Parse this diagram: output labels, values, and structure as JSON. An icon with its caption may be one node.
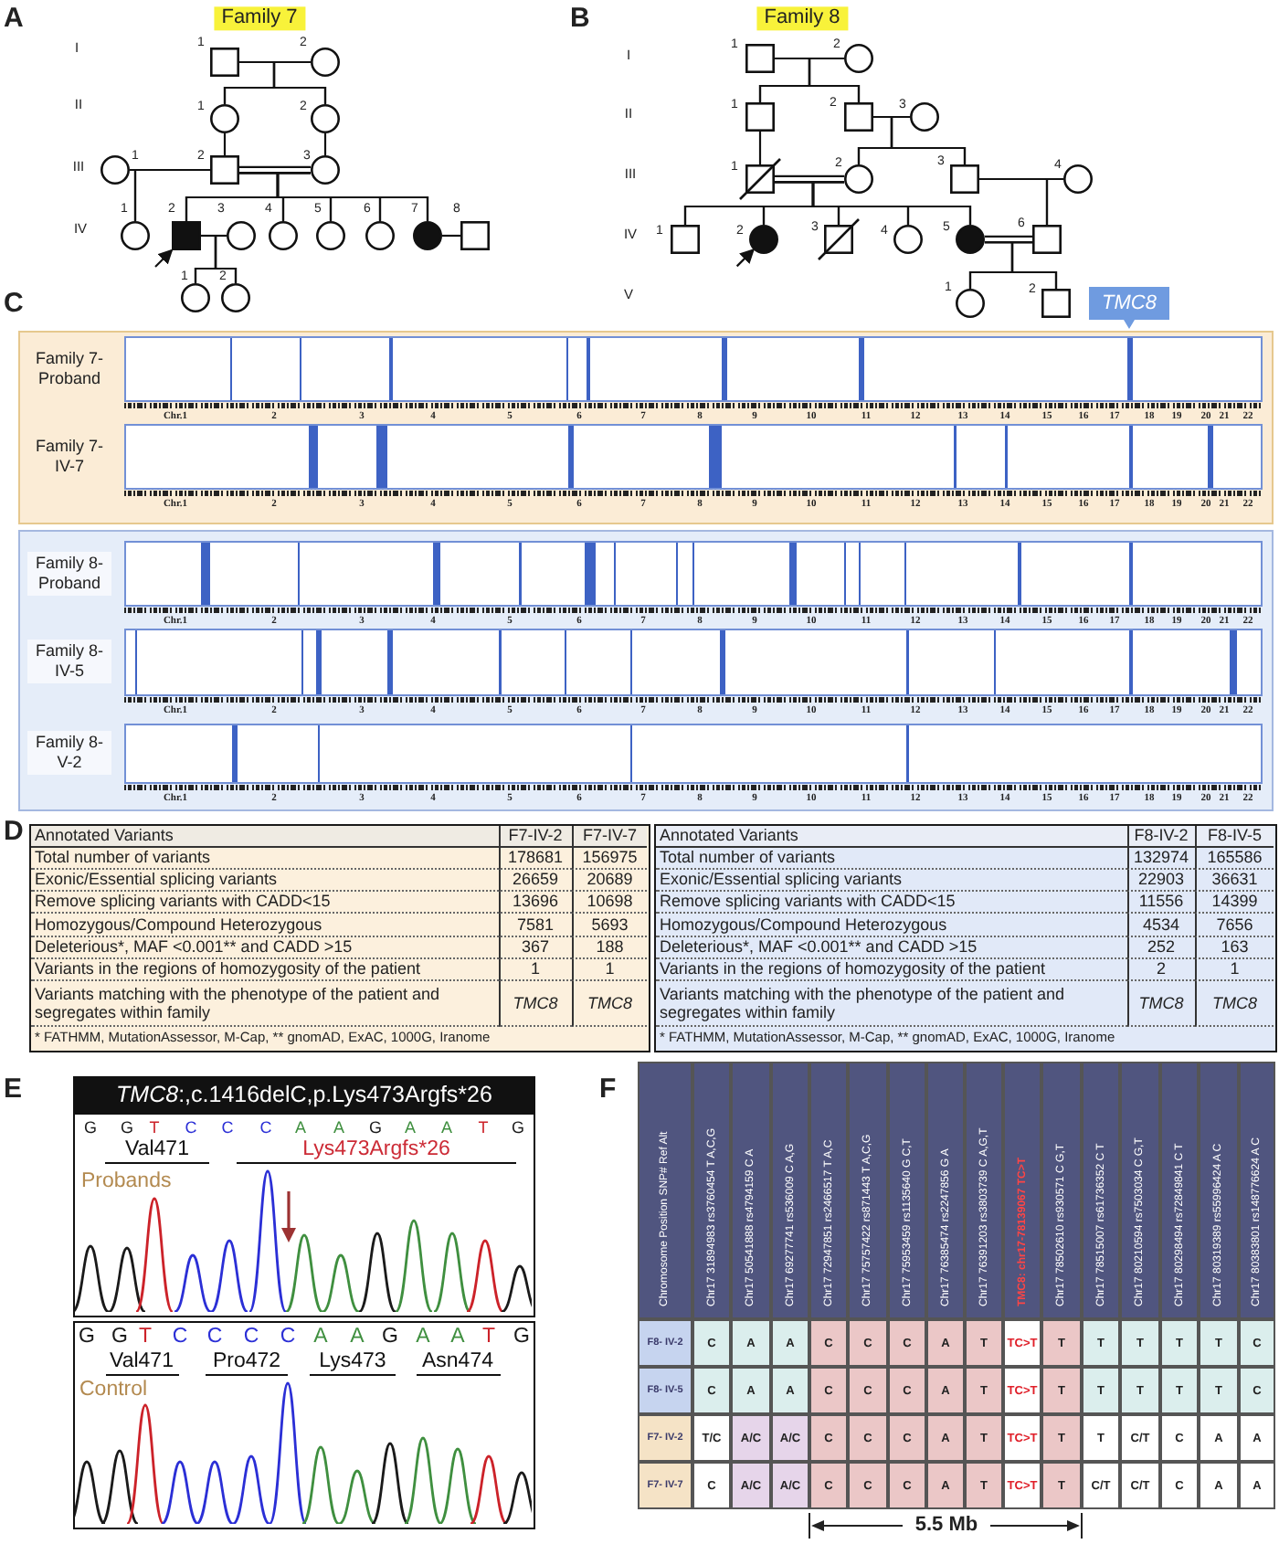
{
  "diagram": {
    "nodes": [
      {
        "text": [],
        "shape": "box",
        "beside": [
          "1"
        ]
      },
      {
        "text": [],
        "shape": "circle",
        "beside": [
          "2"
        ]
      },
      {
        "text": [],
        "shape": "circle",
        "beside": [
          "1"
        ]
      },
      {
        "text": [],
        "shape": "circle",
        "beside": [
          "2"
        ]
      },
      {
        "text": [],
        "shape": "circle",
        "beside": [
          "1"
        ]
      },
      {
        "text": [],
        "shape": "box",
        "beside": [
          "2"
        ]
      },
      {
        "text": [],
        "shape": "circle",
        "beside": [
          "3"
        ]
      },
      {
        "text": [],
        "shape": "circle",
        "beside": [
          "1"
        ]
      },
      {
        "text": [],
        "shape": "box",
        "beside": [
          "2"
        ]
      },
      {
        "text": [],
        "shape": "circle",
        "beside": [
          "3"
        ]
      },
      {
        "text": [],
        "shape": "circle",
        "beside": [
          "4"
        ]
      },
      {
        "text": [],
        "shape": "circle",
        "beside": [
          "5"
        ]
      },
      {
        "text": [],
        "shape": "circle",
        "beside": [
          "6"
        ]
      },
      {
        "text": [],
        "shape": "circle",
        "beside": [
          "7"
        ]
      },
      {
        "text": [],
        "shape": "box",
        "beside": [
          "8"
        ]
      },
      {
        "text": [],
        "shape": "circle",
        "beside": [
          "1"
        ]
      },
      {
        "text": [],
        "shape": "circle",
        "beside": [
          "2"
        ]
      },
      {
        "text": [],
        "shape": "box",
        "beside": [
          "1"
        ]
      },
      {
        "text": [],
        "shape": "circle",
        "beside": [
          "2"
        ]
      },
      {
        "text": [],
        "shape": "box",
        "beside": [
          "1"
        ]
      },
      {
        "text": [],
        "shape": "box",
        "beside": [
          "2"
        ]
      },
      {
        "text": [],
        "shape": "circle",
        "beside": [
          "3"
        ]
      },
      {
        "text": [],
        "shape": "box",
        "beside": [
          "1"
        ]
      },
      {
        "text": [],
        "shape": "circle",
        "beside": [
          "2"
        ]
      },
      {
        "text": [],
        "shape": "box",
        "beside": [
          "3"
        ]
      },
      {
        "text": [],
        "shape": "circle",
        "beside": [
          "4"
        ]
      },
      {
        "text": [],
        "shape": "box",
        "beside": [
          "1"
        ]
      },
      {
        "text": [],
        "shape": "circle",
        "beside": [
          "2"
        ]
      },
      {
        "text": [],
        "shape": "box",
        "beside": [
          "3"
        ]
      },
      {
        "text": [],
        "shape": "circle",
        "beside": [
          "4"
        ]
      },
      {
        "text": [],
        "shape": "circle",
        "beside": [
          "5"
        ]
      },
      {
        "text": [],
        "shape": "box",
        "beside": [
          "6"
        ]
      },
      {
        "text": [],
        "shape": "circle",
        "beside": [
          "1"
        ]
      },
      {
        "text": [],
        "shape": "box",
        "beside": [
          "2"
        ]
      },
      {
        "text": [
          "TMC8"
        ]
      },
      {
        "text": [
          "*TMC8*:,c.1416delC,p.Lys473Argfs*26"
        ]
      },
      {
        "text": [
          "G",
          "G",
          "T",
          "C",
          "C",
          "C",
          "A",
          "A",
          "G",
          "A",
          "A",
          "T",
          "G",
          "Val471",
          "Lys473Argfs*26",
          "Probands"
        ]
      },
      {
        "text": [
          "G",
          "G",
          "T",
          "C",
          "C",
          "C",
          "C",
          "A",
          "A",
          "G",
          "A",
          "A",
          "T",
          "G",
          "Val471",
          "Pro472",
          "Lys473",
          "Asn474",
          "Control"
        ]
      }
    ],
    "edges": [
      {
        "from": 0,
        "to": 1,
        "arrow": "none"
      },
      {
        "from": 0,
        "to": 2,
        "arrow": "none"
      },
      {
        "from": 1,
        "to": 2,
        "arrow": "none"
      },
      {
        "from": 0,
        "to": 3,
        "arrow": "none"
      },
      {
        "from": 1,
        "to": 3,
        "arrow": "none"
      },
      {
        "from": 2,
        "to": 5,
        "arrow": "none"
      },
      {
        "from": 3,
        "to": 6,
        "arrow": "none"
      },
      {
        "from": 4,
        "to": 5,
        "arrow": "none"
      },
      {
        "from": 5,
        "to": 6,
        "arrow": "none"
      },
      {
        "from": 4,
        "to": 7,
        "arrow": "none"
      },
      {
        "from": 5,
        "to": 7,
        "arrow": "none"
      },
      {
        "from": 5,
        "to": 8,
        "arrow": "none"
      },
      {
        "from": 6,
        "to": 8,
        "arrow": "none"
      },
      {
        "from": 5,
        "to": 10,
        "arrow": "none"
      },
      {
        "from": 6,
        "to": 10,
        "arrow": "none"
      },
      {
        "from": 5,
        "to": 11,
        "arrow": "none"
      },
      {
        "from": 6,
        "to": 11,
        "arrow": "none"
      },
      {
        "from": 5,
        "to": 12,
        "arrow": "none"
      },
      {
        "from": 6,
        "to": 12,
        "arrow": "none"
      },
      {
        "from": 5,
        "to": 13,
        "arrow": "none"
      },
      {
        "from": 6,
        "to": 13,
        "arrow": "none"
      },
      {
        "from": 8,
        "to": 9,
        "arrow": "none"
      },
      {
        "from": 13,
        "to": 14,
        "arrow": "none"
      },
      {
        "from": 8,
        "to": 15,
        "arrow": "none"
      },
      {
        "from": 9,
        "to": 15,
        "arrow": "none"
      },
      {
        "from": 8,
        "to": 16,
        "arrow": "none"
      },
      {
        "from": 9,
        "to": 16,
        "arrow": "none"
      },
      {
        "from": null,
        "to": 8,
        "arrow": "to"
      },
      {
        "from": 17,
        "to": 18,
        "arrow": "none"
      },
      {
        "from": 17,
        "to": 19,
        "arrow": "none"
      },
      {
        "from": 18,
        "to": 19,
        "arrow": "none"
      },
      {
        "from": 17,
        "to": 20,
        "arrow": "none"
      },
      {
        "from": 18,
        "to": 20,
        "arrow": "none"
      },
      {
        "from": 20,
        "to": 21,
        "arrow": "none"
      },
      {
        "from": 19,
        "to": 22,
        "arrow": "none"
      },
      {
        "from": 20,
        "to": 23,
        "arrow": "none"
      },
      {
        "from": 21,
        "to": 23,
        "arrow": "none"
      },
      {
        "from": 20,
        "to": 24,
        "arrow": "none"
      },
      {
        "from": 21,
        "to": 24,
        "arrow": "none"
      },
      {
        "from": 22,
        "to": 23,
        "arrow": "none"
      },
      {
        "from": 24,
        "to": 25,
        "arrow": "none"
      },
      {
        "from": 22,
        "to": 26,
        "arrow": "none"
      },
      {
        "from": 23,
        "to": 26,
        "arrow": "none"
      },
      {
        "from": 22,
        "to": 27,
        "arrow": "none"
      },
      {
        "from": 23,
        "to": 27,
        "arrow": "none"
      },
      {
        "from": 22,
        "to": 28,
        "arrow": "none"
      },
      {
        "from": 23,
        "to": 28,
        "arrow": "none"
      },
      {
        "from": 22,
        "to": 29,
        "arrow": "none"
      },
      {
        "from": 23,
        "to": 29,
        "arrow": "none"
      },
      {
        "from": 22,
        "to": 30,
        "arrow": "none"
      },
      {
        "from": 23,
        "to": 30,
        "arrow": "none"
      },
      {
        "from": 24,
        "to": 31,
        "arrow": "none"
      },
      {
        "from": 25,
        "to": 31,
        "arrow": "none"
      },
      {
        "from": 30,
        "to": 31,
        "arrow": "none"
      },
      {
        "from": 30,
        "to": 32,
        "arrow": "none"
      },
      {
        "from": 31,
        "to": 32,
        "arrow": "none"
      },
      {
        "from": 30,
        "to": 33,
        "arrow": "none"
      },
      {
        "from": 31,
        "to": 33,
        "arrow": "none"
      },
      {
        "from": null,
        "to": 27,
        "arrow": "to"
      }
    ],
    "labels": [
      "A",
      "Family 7",
      "B",
      "Family 8",
      "I",
      "II",
      "III",
      "IV",
      "I",
      "II",
      "III",
      "IV",
      "V",
      "C",
      "Family 7- Proband",
      "Chr.1",
      "2",
      "3",
      "4",
      "5",
      "6",
      "7",
      "8",
      "9",
      "10",
      "11",
      "12",
      "13",
      "14",
      "15",
      "16",
      "17",
      "18",
      "19",
      "20",
      "21",
      "22",
      "Family 7- IV-7",
      "Chr.1",
      "2",
      "3",
      "4",
      "5",
      "6",
      "7",
      "8",
      "9",
      "10",
      "11",
      "12",
      "13",
      "14",
      "15",
      "16",
      "17",
      "18",
      "19",
      "20",
      "21",
      "22",
      "Family 8- Proband",
      "Chr.1",
      "2",
      "3",
      "4",
      "5",
      "6",
      "7",
      "8",
      "9",
      "10",
      "11",
      "12",
      "13",
      "14",
      "15",
      "16",
      "17",
      "18",
      "19",
      "20",
      "21",
      "22",
      "Family 8- IV-5",
      "Chr.1",
      "2",
      "3",
      "4",
      "5",
      "6",
      "7",
      "8",
      "9",
      "10",
      "11",
      "12",
      "13",
      "14",
      "15",
      "16",
      "17",
      "18",
      "19",
      "20",
      "21",
      "22",
      "Family 8- V-2",
      "Chr.1",
      "2",
      "3",
      "4",
      "5",
      "6",
      "7",
      "8",
      "9",
      "10",
      "11",
      "12",
      "13",
      "14",
      "15",
      "16",
      "17",
      "18",
      "19",
      "20",
      "21",
      "22",
      "D",
      "Annotated Variants",
      "F7-IV-2",
      "F7-IV-7",
      "Total number of variants",
      "178681",
      "156975",
      "Exonic/Essential splicing variants",
      "26659",
      "20689",
      "Remove splicing variants with CADD<15",
      "13696",
      "10698",
      "Homozygous/Compound Heterozygous",
      "7581",
      "5693",
      "Deleterious*, MAF <0.001** and CADD >15",
      "367",
      "188",
      "Variants in the regions of homozygosity of the patient",
      "1",
      "1",
      "Variants matching with the phenotype of the patient and segregates within family",
      "TMC8",
      "TMC8",
      "* FATHMM, MutationAssessor, M-Cap, ** gnomAD, ExAC, 1000G, Iranome",
      "Annotated Variants",
      "F8-IV-2",
      "F8-IV-5",
      "Total number of variants",
      "132974",
      "165586",
      "Exonic/Essential splicing variants",
      "22903",
      "36631",
      "Remove splicing variants with CADD<15",
      "11556",
      "14399",
      "Homozygous/Compound Heterozygous",
      "4534",
      "7656",
      "Deleterious*, MAF <0.001** and CADD >15",
      "252",
      "163",
      "Variants in the regions of homozygosity of the patient",
      "2",
      "1",
      "Variants matching with the phenotype of the patient and segregates within family",
      "TMC8",
      "TMC8",
      "* FATHMM, MutationAssessor, M-Cap, ** gnomAD, ExAC, 1000G, Iranome",
      "E",
      "F",
      "Chromosome Position SNP# Ref Alt",
      "Chr17 31894983 rs3760454 T A,C,G",
      "Chr17 50541888 rs4794159 C A",
      "Chr17 69277741 rs536009 C A,G",
      "Chr17 72947851 rs2466517 T A,C",
      "Chr17 75757422 rs871443 T A,C,G",
      "Chr17 75953459 rs1135640 G C,T",
      "Chr17 76385474 rs2247856 G A",
      "Chr17 76391203 rs3803739 C A,G,T",
      "TMC8: chr17-78139067 TC>T",
      "Chr17 78502610 rs930571 C G,T",
      "Chr17 78515007 rs61736352 C T",
      "Chr17 80210594 rs7503034 C G,T",
      "Chr17 80298494 rs72849841 C T",
      "Chr17 80319389 rs55996424 A C",
      "Chr17 80383801 rs148776624 A C",
      "F8- IV-2",
      "C",
      "A",
      "A",
      "C",
      "C",
      "C",
      "A",
      "T",
      "TC>T",
      "T",
      "T",
      "T",
      "T",
      "T",
      "C",
      "F8- IV-5",
      "C",
      "A",
      "A",
      "C",
      "C",
      "C",
      "A",
      "T",
      "TC>T",
      "T",
      "T",
      "T",
      "T",
      "T",
      "C",
      "F7- IV-2",
      "T/C",
      "A/C",
      "A/C",
      "C",
      "C",
      "C",
      "A",
      "T",
      "TC>T",
      "T",
      "T",
      "C/T",
      "C",
      "A",
      "A",
      "F7- IV-7",
      "C",
      "A/C",
      "A/C",
      "C",
      "C",
      "C",
      "A",
      "T",
      "TC>T",
      "T",
      "C/T",
      "C/T",
      "C",
      "A",
      "A",
      "5.5 Mb"
    ]
  }
}
